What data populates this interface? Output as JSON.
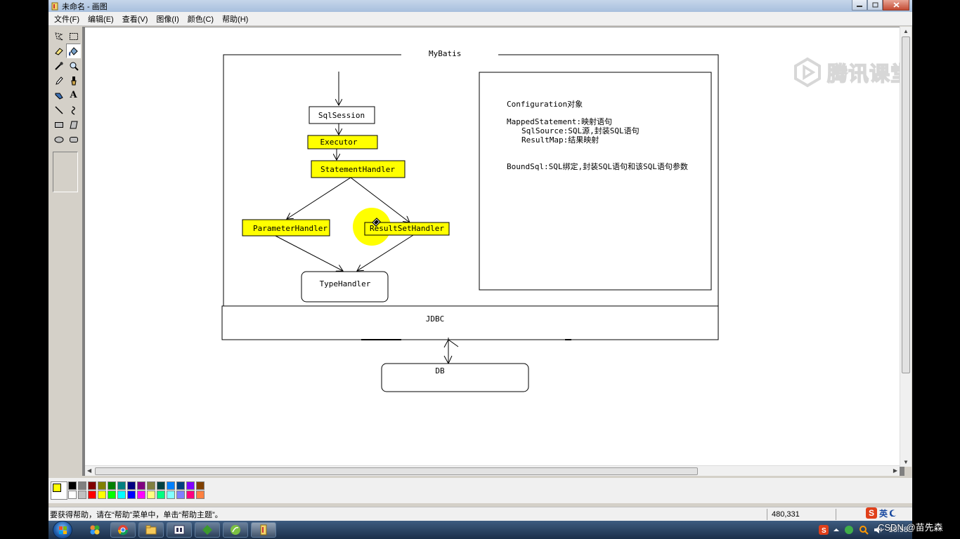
{
  "window": {
    "title": "未命名 - 画图"
  },
  "menu": [
    "文件(F)",
    "编辑(E)",
    "查看(V)",
    "图像(I)",
    "颜色(C)",
    "帮助(H)"
  ],
  "tools": [
    {
      "name": "free-select-tool-icon"
    },
    {
      "name": "rect-select-tool-icon"
    },
    {
      "name": "eraser-tool-icon"
    },
    {
      "name": "fill-tool-icon",
      "active": true
    },
    {
      "name": "color-picker-tool-icon"
    },
    {
      "name": "magnifier-tool-icon"
    },
    {
      "name": "pencil-tool-icon"
    },
    {
      "name": "brush-tool-icon"
    },
    {
      "name": "airbrush-tool-icon"
    },
    {
      "name": "text-tool-icon",
      "glyph": "A"
    },
    {
      "name": "line-tool-icon"
    },
    {
      "name": "curve-tool-icon"
    },
    {
      "name": "rectangle-tool-icon"
    },
    {
      "name": "polygon-tool-icon"
    },
    {
      "name": "ellipse-tool-icon"
    },
    {
      "name": "rounded-rect-tool-icon"
    }
  ],
  "diagram": {
    "mybatis_label": "MyBatis",
    "sqlsession": "SqlSession",
    "executor": "Executor",
    "statementhandler": "StatementHandler",
    "parameterhandler": "ParameterHandler",
    "resultsethandler": "ResultSetHandler",
    "typehandler": "TypeHandler",
    "jdbc": "JDBC",
    "db": "DB",
    "notes": {
      "line1": "Configuration对象",
      "line2": "MappedStatement:映射语句",
      "line3": "SqlSource:SQL源,封装SQL语句",
      "line4": "ResultMap:结果映射",
      "line5": "BoundSql:SQL绑定,封装SQL语句和该SQL语句参数"
    },
    "highlight_color": "#ffff00"
  },
  "palette": {
    "foreground": "#ffff00",
    "background": "#ffffff",
    "colors_top": [
      "#000000",
      "#808080",
      "#800000",
      "#808000",
      "#008000",
      "#008080",
      "#000080",
      "#800080",
      "#808040",
      "#004040",
      "#0080ff",
      "#004080",
      "#8000ff",
      "#804000"
    ],
    "colors_bottom": [
      "#ffffff",
      "#c0c0c0",
      "#ff0000",
      "#ffff00",
      "#00ff00",
      "#00ffff",
      "#0000ff",
      "#ff00ff",
      "#ffff80",
      "#00ff80",
      "#80ffff",
      "#8080ff",
      "#ff0080",
      "#ff8040"
    ]
  },
  "status": {
    "help": "要获得帮助，请在“帮助”菜单中，单击“帮助主题”。",
    "coords": "480,331"
  },
  "ime": {
    "logo": "S",
    "lang": "英"
  },
  "watermarks": {
    "tencent": "腾讯课堂",
    "csdn": "CSDN @苗先森"
  },
  "taskbar": {
    "clock": "18:58"
  }
}
